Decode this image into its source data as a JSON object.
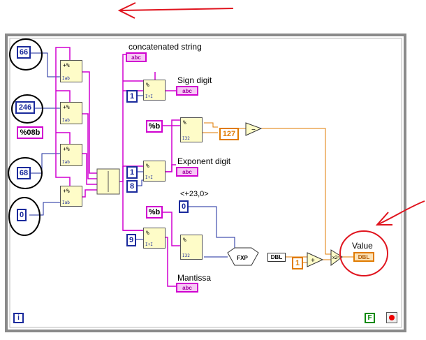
{
  "labels": {
    "concatenated": "concatenated string",
    "sign": "Sign digit",
    "exponent": "Exponent digit",
    "mantissa": "Mantissa",
    "value": "Value",
    "range": "<+23,0>"
  },
  "constants": {
    "c66": "66",
    "c246": "246",
    "fmt08b": "%08b",
    "c68": "68",
    "c0a": "0",
    "sign_off": "1",
    "exp_off": "1",
    "exp_len": "8",
    "mant_off": "9",
    "fmt_b1": "%b",
    "fmt_b2": "%b",
    "bias": "127",
    "range_start": "0",
    "one": "1"
  },
  "terminals": {
    "loop_index": "i",
    "stop": "F"
  },
  "nodes": {
    "format_glyph": "+%",
    "scan_glyph": "%",
    "format_foot": "Iab",
    "scan_foot": "I32",
    "substr_foot": "I+I",
    "power": "FXP",
    "to_double": "DBL",
    "ind_type": "abc",
    "ind_dbl": "DBL"
  },
  "colors": {
    "string_wire": "#d000d0",
    "int_wire": "#1a2a9c",
    "dbl_wire": "#e07b00",
    "annotation": "#e0141e",
    "loop_frame": "#7a7a7a"
  }
}
